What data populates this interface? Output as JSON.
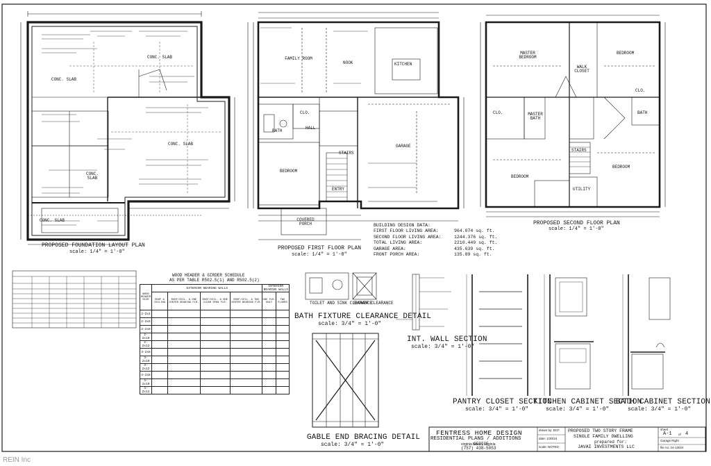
{
  "plans": {
    "foundation": {
      "title": "PROPOSED FOUNDATION LAYOUT PLAN",
      "scale": "scale: 1/4\" = 1'-0\""
    },
    "first_floor": {
      "title": "PROPOSED FIRST FLOOR PLAN",
      "scale": "scale: 1/4\" = 1'-0\""
    },
    "second_floor": {
      "title": "PROPOSED SECOND FLOOR PLAN",
      "scale": "scale: 1/4\" = 1'-0\""
    }
  },
  "rooms": {
    "conc_slab": "CONC. SLAB",
    "family": "FAMILY ROOM",
    "nook": "NOOK",
    "kitchen": "KITCHEN",
    "bath": "BATH",
    "clo": "CLO.",
    "hall": "HALL",
    "stairs": "STAIRS",
    "garage": "GARAGE",
    "bedroom": "BEDROOM",
    "entry": "ENTRY",
    "covered_porch": "COVERED PORCH",
    "master_bedroom": "MASTER BEDROOM",
    "walk_closet": "WALK CLOSET",
    "master_bath": "MASTER BATH",
    "utility": "UTILITY"
  },
  "building_data": {
    "heading": "BUILDING DESIGN DATA:",
    "rows": [
      {
        "label": "FIRST FLOOR LIVING AREA:",
        "value": "964.074 sq. ft."
      },
      {
        "label": "SECOND FLOOR LIVING AREA:",
        "value": "1244.376 sq. ft."
      },
      {
        "label": "TOTAL LIVING AREA:",
        "value": "2210.449 sq. ft."
      },
      {
        "label": "GARAGE AREA:",
        "value": "435.639 sq. ft."
      },
      {
        "label": "FRONT PORCH AREA:",
        "value": "135.89 sq. ft."
      }
    ]
  },
  "header_schedule": {
    "title": "WOOD HEADER & GIRDER SCHEDULE",
    "subtitle": "AS PER TABLE R502.5(1) AND R502.5(2)",
    "col_exterior": "EXTERIOR BEARING WALLS",
    "col_interior": "INTERIOR BEARING WALLS",
    "row_header": "WOOD HEADER SIZE",
    "sub_cols": [
      "ROOF & CEILING",
      "ROOF/CEIL. & ONE CENTER BEARING FLR.",
      "ROOF/CEIL. & ONE CLEAR SPAN FLR.",
      "ROOF/CEIL. & TWO CENTER BEARING FLR.",
      "ONE FLR. ONLY",
      "TWO FLOORS"
    ],
    "sizes": [
      "2-2x4",
      "2-2x6",
      "2-2x8",
      "2-2x10",
      "2-2x12",
      "3-2x8",
      "3-2x10",
      "3-2x12",
      "4-2x8",
      "4-2x10",
      "4-2x12"
    ]
  },
  "details": {
    "bath_fixture": {
      "title": "BATH FIXTURE CLEARANCE DETAIL",
      "scale": "scale: 3/4\" = 1'-0\"",
      "label1": "TOILET AND SINK CLEARANCE",
      "label2": "SHOWER CLEARANCE"
    },
    "int_wall": {
      "title": "INT. WALL SECTION",
      "scale": "scale: 3/4\" = 1'-0\""
    },
    "gable": {
      "title": "GABLE END BRACING DETAIL",
      "scale": "scale: 3/4\" = 1'-0\""
    },
    "pantry": {
      "title": "PANTRY CLOSET SECTION",
      "scale": "scale: 3/4\" = 1'-0\""
    },
    "kitchen_cab": {
      "title": "KITCHEN CABINET SECTION",
      "scale": "scale: 3/4\" = 1'-0\""
    },
    "bath_cab": {
      "title": "BATH CABINET SECTION",
      "scale": "scale: 3/4\" = 1'-0\""
    }
  },
  "title_block": {
    "firm": "FENTRESS HOME DESIGN",
    "services": "RESIDENTIAL PLANS / ADDITIONS",
    "location": "virginia beach, virginia",
    "office": "OFFICE",
    "phone": "(757) 438-5053",
    "drawn_by": "drawn by: BCF",
    "date": "date: 1/30/24",
    "scale": "scale: NOTED",
    "project_line1": "PROPOSED TWO STORY FRAME",
    "project_line2": "SINGLE FAMILY DWELLING",
    "prepared_for": "prepared for:",
    "client": "JAVAI INVESTMENTS LLC",
    "sheet_label": "sheet",
    "sheet_num": "A-1",
    "sheet_of": "of",
    "sheet_total": "4",
    "file_label": "Garage Right",
    "file_no": "file no: 24-13024"
  },
  "watermark": "REIN Inc"
}
